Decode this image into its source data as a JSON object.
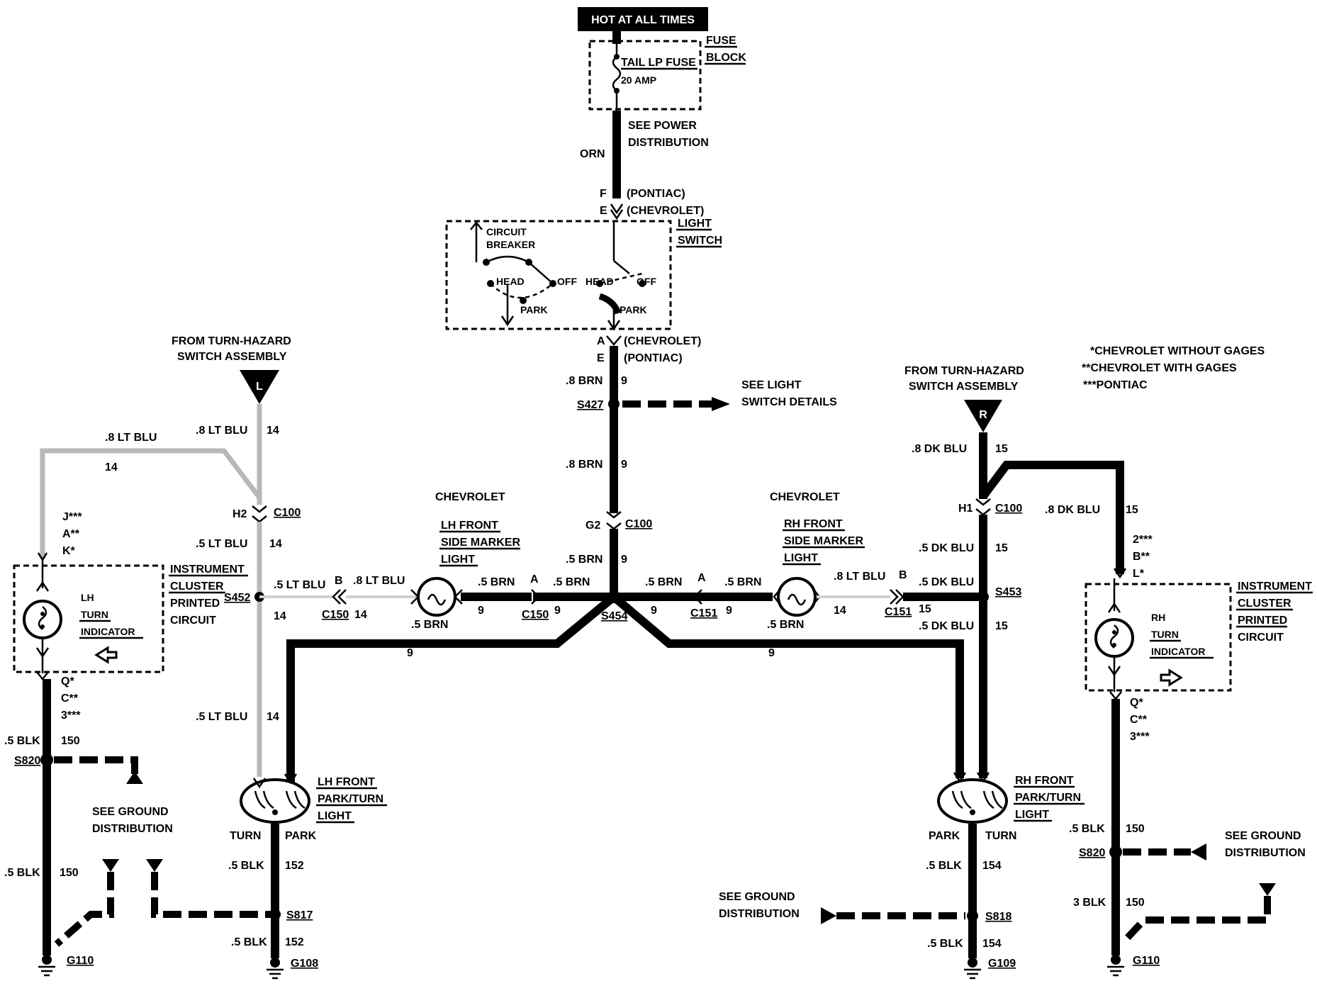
{
  "header": {
    "hot_label": "HOT AT ALL TIMES"
  },
  "fuse": {
    "block_l1": "FUSE",
    "block_l2": "BLOCK",
    "name": "TAIL LP FUSE",
    "rating": "20 AMP"
  },
  "power": {
    "see_l1": "SEE POWER",
    "see_l2": "DISTRIBUTION",
    "wire": "ORN"
  },
  "light_switch_conn": {
    "f": "F",
    "e": "E",
    "pontiac": "(PONTIAC)",
    "chevrolet": "(CHEVROLET)"
  },
  "light_switch": {
    "label_l1": "LIGHT",
    "label_l2": "SWITCH",
    "cb_l1": "CIRCUIT",
    "cb_l2": "BREAKER",
    "head1": "HEAD",
    "off1": "OFF",
    "park1": "PARK",
    "head2": "HEAD",
    "off2": "OFF",
    "park2": "PARK"
  },
  "switch_out": {
    "a": "A",
    "e": "E",
    "chevrolet": "(CHEVROLET)",
    "pontiac": "(PONTIAC)"
  },
  "center": {
    "w1_gauge": ".8 BRN",
    "w1_circ": "9",
    "s427": "S427",
    "see_l1": "SEE LIGHT",
    "see_l2": "SWITCH DETAILS",
    "w2_gauge": ".8 BRN",
    "w2_circ": "9",
    "g2": "G2",
    "c100": "C100",
    "w3_gauge": ".5 BRN",
    "w3_circ": "9",
    "s454": "S454"
  },
  "legend": {
    "l1": "*CHEVROLET WITHOUT GAGES",
    "l2": "**CHEVROLET WITH GAGES",
    "l3": "***PONTIAC"
  },
  "left": {
    "from_l1": "FROM TURN-HAZARD",
    "from_l2": "SWITCH ASSEMBLY",
    "tri": "L",
    "top_gauge": ".8 LT BLU",
    "top_circ": "14",
    "branch_gauge": ".8 LT BLU",
    "branch_circ": "14",
    "h2": "H2",
    "c100": "C100",
    "mid_gauge": ".5 LT BLU",
    "mid_circ": "14",
    "pin1": "J***",
    "pin2": "A**",
    "pin3": "K*",
    "cluster_l1": "INSTRUMENT",
    "cluster_l2": "CLUSTER",
    "cluster_l3": "PRINTED",
    "cluster_l4": "CIRCUIT",
    "ind_l1": "LH",
    "ind_l2": "TURN",
    "ind_l3": "INDICATOR",
    "s452_gauge": ".5 LT BLU",
    "s452": "S452",
    "s452_circ": "14",
    "c150b": "B",
    "c150b_gauge": ".8 LT BLU",
    "c150": "C150",
    "c150_circ": "14",
    "pinb1": "Q*",
    "pinb2": "C**",
    "pinb3": "3***",
    "low_gauge": ".5 LT BLU",
    "low_circ": "14",
    "blk_gauge": ".5 BLK",
    "blk_circ": "150",
    "s820": "S820",
    "see_gnd_l1": "SEE GROUND",
    "see_gnd_l2": "DISTRIBUTION",
    "blk2_gauge": ".5 BLK",
    "blk2_circ": "150",
    "g110": "G110"
  },
  "lh_marker": {
    "title": "CHEVROLET",
    "l1": "LH FRONT",
    "l2": "SIDE MARKER",
    "l3": "LIGHT",
    "brn_gauge": ".5 BRN",
    "brn_circ": "9",
    "a": "A",
    "c150": "C150",
    "brn2_gauge": ".5 BRN",
    "brn2_circ": "9",
    "bot_gauge": ".5 BRN",
    "long_circ": "9"
  },
  "rh_marker": {
    "title": "CHEVROLET",
    "l1": "RH FRONT",
    "l2": "SIDE MARKER",
    "l3": "LIGHT",
    "brn_gauge": ".5 BRN",
    "brn_circ": "9",
    "a": "A",
    "c151": "C151",
    "brn2_gauge": ".5 BRN",
    "brn2_circ": "9",
    "bot_gauge": ".5 BRN",
    "blu_gauge": ".8 LT BLU",
    "blu_circ": "14",
    "b": "B",
    "c151b": "C151",
    "c151b_circ": "15",
    "long_circ": "9"
  },
  "lh_park": {
    "l1": "LH FRONT",
    "l2": "PARK/TURN",
    "l3": "LIGHT",
    "turn": "TURN",
    "park": "PARK",
    "gauge": ".5 BLK",
    "circ": "152",
    "s817": "S817",
    "gauge2": ".5 BLK",
    "circ2": "152",
    "g108": "G108"
  },
  "right": {
    "from_l1": "FROM TURN-HAZARD",
    "from_l2": "SWITCH ASSEMBLY",
    "tri": "R",
    "top_gauge": ".8 DK BLU",
    "top_circ": "15",
    "h1": "H1",
    "c100": "C100",
    "branch_gauge": ".8 DK BLU",
    "branch_circ": "15",
    "mid_gauge": ".5 DK BLU",
    "mid_circ": "15",
    "s453_gauge": ".5 DK BLU",
    "s453": "S453",
    "low_gauge": ".5 DK BLU",
    "low_circ": "15",
    "pin1": "2***",
    "pin2": "B**",
    "pin3": "L*",
    "cluster_l1": "INSTRUMENT",
    "cluster_l2": "CLUSTER",
    "cluster_l3": "PRINTED",
    "cluster_l4": "CIRCUIT",
    "ind_l1": "RH",
    "ind_l2": "TURN",
    "ind_l3": "INDICATOR",
    "pinb1": "Q*",
    "pinb2": "C**",
    "pinb3": "3***",
    "blk_gauge": ".5 BLK",
    "blk_circ": "150",
    "s820": "S820",
    "see_gnd_l1": "SEE GROUND",
    "see_gnd_l2": "DISTRIBUTION",
    "blk2_gauge": "3 BLK",
    "blk2_circ": "150",
    "g110": "G110"
  },
  "rh_park": {
    "l1": "RH FRONT",
    "l2": "PARK/TURN",
    "l3": "LIGHT",
    "park": "PARK",
    "turn": "TURN",
    "gauge": ".5 BLK",
    "circ": "154",
    "s818": "S818",
    "gauge2": ".5 BLK",
    "circ2": "154",
    "g109": "G109",
    "see_gnd_l1": "SEE GROUND",
    "see_gnd_l2": "DISTRIBUTION"
  }
}
